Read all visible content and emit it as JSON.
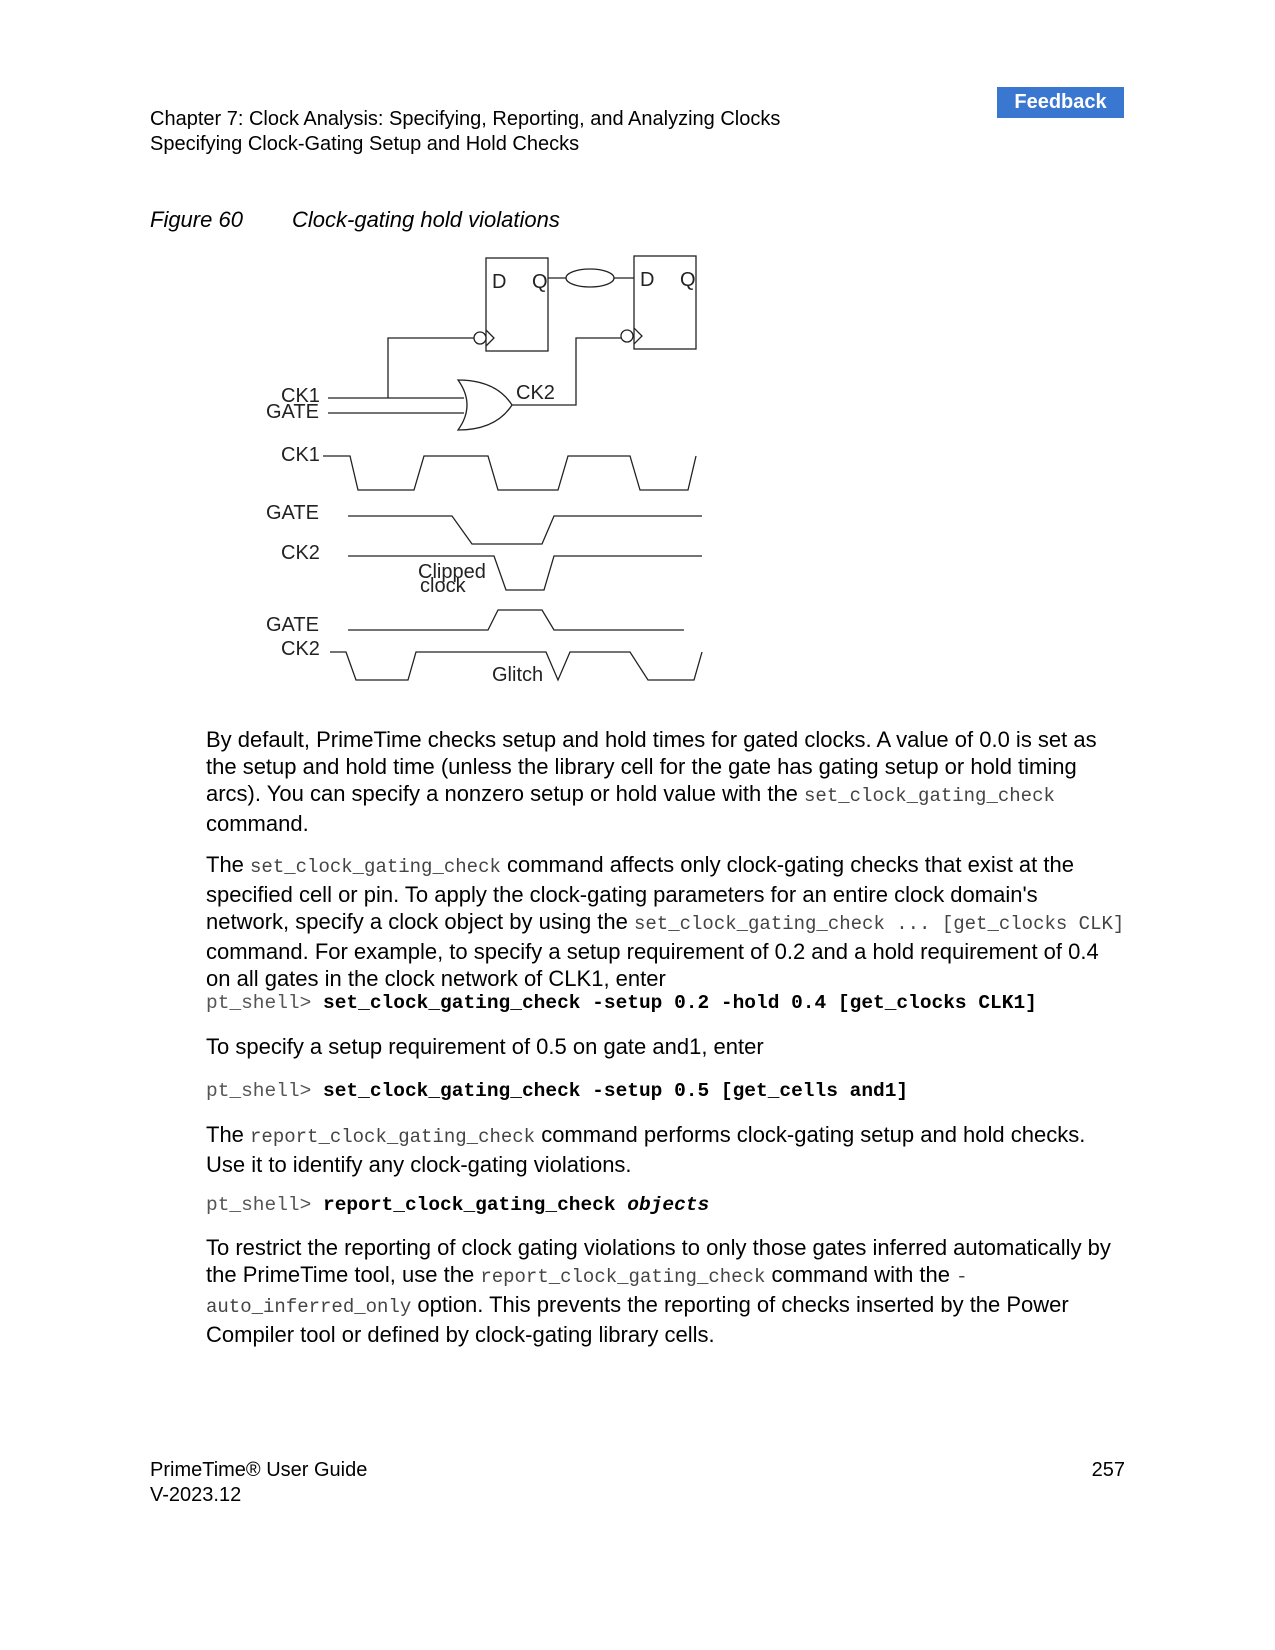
{
  "header": {
    "feedback_label": "Feedback",
    "chapter": "Chapter 7: Clock Analysis: Specifying, Reporting, and Analyzing Clocks",
    "section": "Specifying Clock-Gating Setup and Hold Checks"
  },
  "figure": {
    "number": "Figure 60",
    "title": "Clock-gating hold violations",
    "labels": {
      "ff_d": "D",
      "ff_q": "Q",
      "ck1": "CK1",
      "gate": "GATE",
      "ck2": "CK2",
      "clipped_1": "Clipped",
      "clipped_2": "clock",
      "glitch": "Glitch"
    }
  },
  "paragraphs": {
    "p1_a": "By default, PrimeTime checks setup and hold times for gated clocks. A value of 0.0 is set as the setup and hold time (unless the library cell for the gate has gating setup or hold timing arcs). You can specify a nonzero setup or hold value with the ",
    "p1_code": "set_clock_gating_check",
    "p1_b": " command.",
    "p2_a": "The ",
    "p2_code1": "set_clock_gating_check",
    "p2_b": " command affects only clock-gating checks that exist at the specified cell or pin. To apply the clock-gating parameters for an entire clock domain's network, specify a clock object by using the ",
    "p2_code2": "set_clock_gating_check ... [get_clocks CLK]",
    "p2_c": " command. For example, to specify a setup requirement of 0.2 and a hold requirement of 0.4 on all gates in the clock network of CLK1, enter",
    "p3": "To specify a setup requirement of 0.5 on gate and1, enter",
    "p4_a": "The ",
    "p4_code": "report_clock_gating_check",
    "p4_b": " command performs clock-gating setup and hold checks. Use it to identify any clock-gating violations.",
    "p5_a": "To restrict the reporting of clock gating violations to only those gates inferred automatically by the PrimeTime tool, use the ",
    "p5_code1": "report_clock_gating_check",
    "p5_b": " command with the ",
    "p5_code2": "-auto_inferred_only",
    "p5_c": " option. This prevents the reporting of checks inserted by the Power Compiler tool or defined by clock-gating library cells."
  },
  "commands": {
    "prompt": "pt_shell> ",
    "cmd1": "set_clock_gating_check -setup 0.2 -hold 0.4 [get_clocks CLK1]",
    "cmd2": "set_clock_gating_check -setup 0.5 [get_cells and1]",
    "cmd3": "report_clock_gating_check ",
    "cmd3_arg": "objects"
  },
  "footer": {
    "title": "PrimeTime® User Guide",
    "version": "V-2023.12",
    "page": "257"
  }
}
